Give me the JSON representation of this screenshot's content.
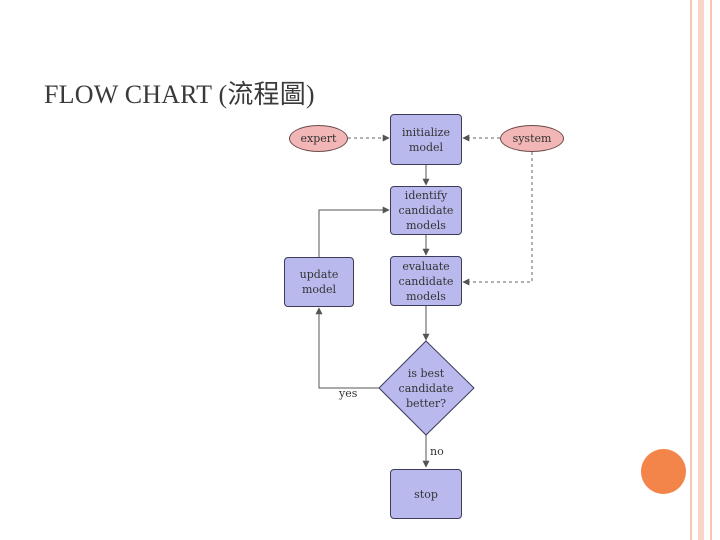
{
  "slide": {
    "title": "FLOW CHART (流程圖)"
  },
  "diagram": {
    "nodes": {
      "expert": "expert",
      "initialize": [
        "initialize",
        "model"
      ],
      "system": "system",
      "identify": [
        "identify",
        "candidate",
        "models"
      ],
      "update": [
        "update",
        "model"
      ],
      "evaluate": [
        "evaluate",
        "candidate",
        "models"
      ],
      "decision": [
        "is best",
        "candidate",
        "better?"
      ],
      "stop": "stop"
    },
    "edge_labels": {
      "yes": "yes",
      "no": "no"
    }
  },
  "colors": {
    "box_fill": "#b9b9ee",
    "ellipse_fill": "#f3b6b6",
    "accent_orange": "#f4854a",
    "stripe_pink": "#f6c6b2"
  }
}
